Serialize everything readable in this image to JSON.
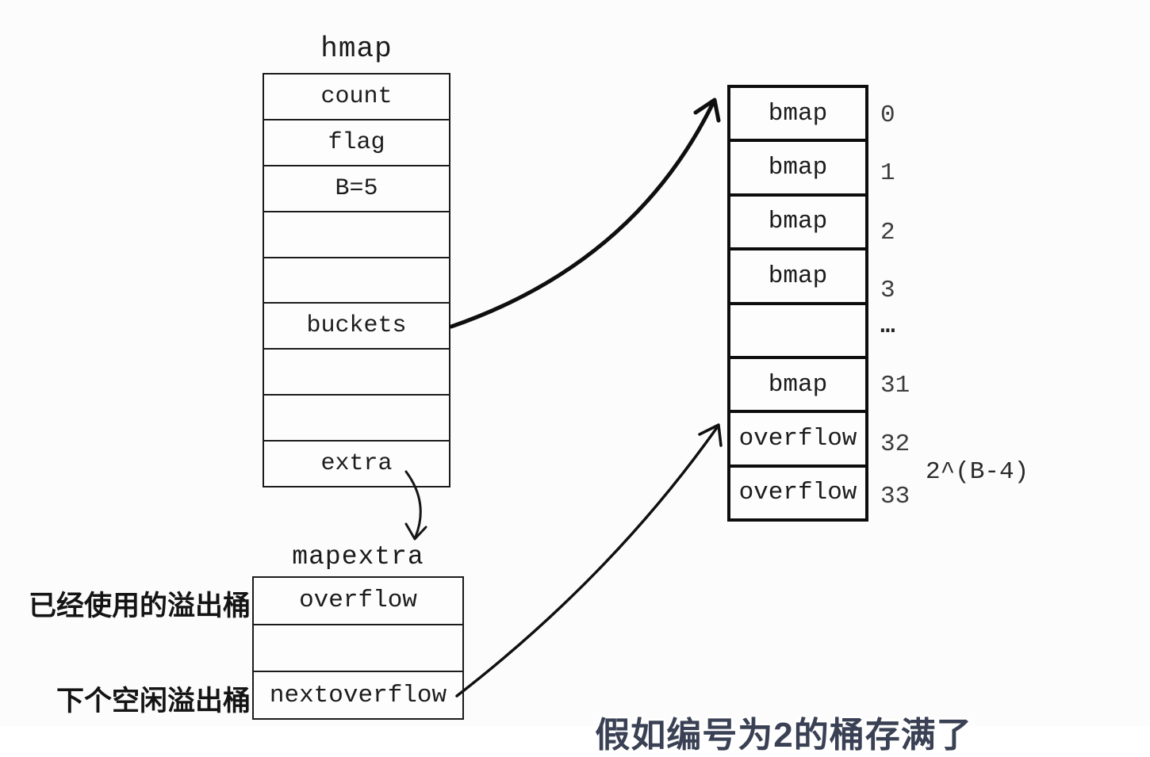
{
  "hmap": {
    "title": "hmap",
    "rows": [
      "count",
      "flag",
      "B=5",
      "",
      "",
      "buckets",
      "",
      "",
      "extra"
    ]
  },
  "bucket_array": {
    "rows": [
      {
        "label": "bmap",
        "index": "0"
      },
      {
        "label": "bmap",
        "index": "1"
      },
      {
        "label": "bmap",
        "index": "2"
      },
      {
        "label": "bmap",
        "index": "3"
      },
      {
        "label": "",
        "index": "…"
      },
      {
        "label": "bmap",
        "index": "31"
      },
      {
        "label": "overflow",
        "index": "32"
      },
      {
        "label": "overflow",
        "index": "33"
      }
    ],
    "overflow_count_note": "2^(B-4)"
  },
  "mapextra": {
    "title": "mapextra",
    "rows": [
      "overflow",
      "",
      "nextoverflow"
    ]
  },
  "annotations": {
    "used_overflow": "已经使用的溢出桶",
    "next_free_overflow": "下个空闲溢出桶"
  },
  "subtitle": {
    "text": "假如编号为2的桶存满了"
  },
  "colors": {
    "background": "#fcfcfc",
    "line": "#1b1b1b",
    "thick_border": "#0d0d0d",
    "index_label": "#3d3d3d",
    "subtitle_fill": "#3a4154",
    "subtitle_outline": "#ffffff"
  }
}
